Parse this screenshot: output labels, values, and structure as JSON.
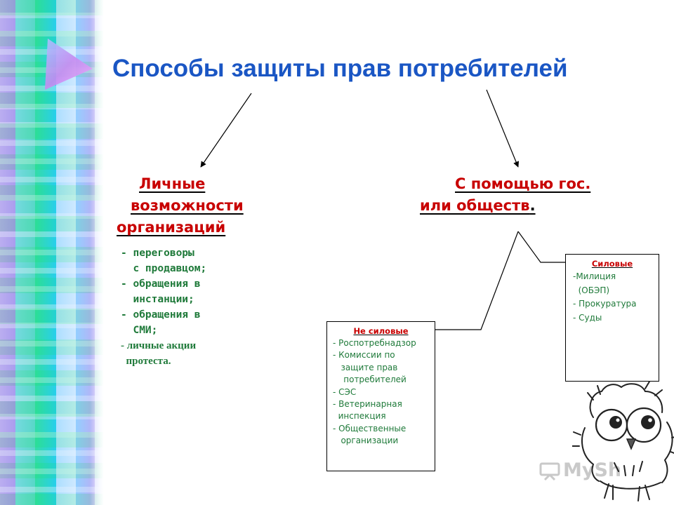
{
  "title": "Способы защиты прав потребителей",
  "left_heading": [
    "Личные ",
    "возможности",
    "организаций"
  ],
  "right_heading": [
    "С помощью гос.",
    "или обществ"
  ],
  "right_heading_period": ".",
  "personal_items": [
    "- переговоры",
    "  с продавцом;",
    "- обращения в",
    "  инстанции;",
    "- обращения в",
    "  СМИ;",
    "- личные акции",
    "  протеста."
  ],
  "force_box": {
    "title": "Силовые",
    "items": [
      "-Милиция",
      "  (ОБЭП)",
      "- Прокуратура",
      "- Суды"
    ]
  },
  "nonforce_box": {
    "title": "Не силовые",
    "items": [
      "- Роспотребнадзор",
      "- Комиссии по",
      "   защите прав",
      "    потребителей",
      "- СЭС",
      "- Ветеринарная",
      "  инспекция",
      "- Общественные",
      "   организации"
    ]
  },
  "watermark": "MySh",
  "colors": {
    "title": "#1a56c4",
    "heading": "#c80000",
    "list_text": "#1f7a3a"
  }
}
